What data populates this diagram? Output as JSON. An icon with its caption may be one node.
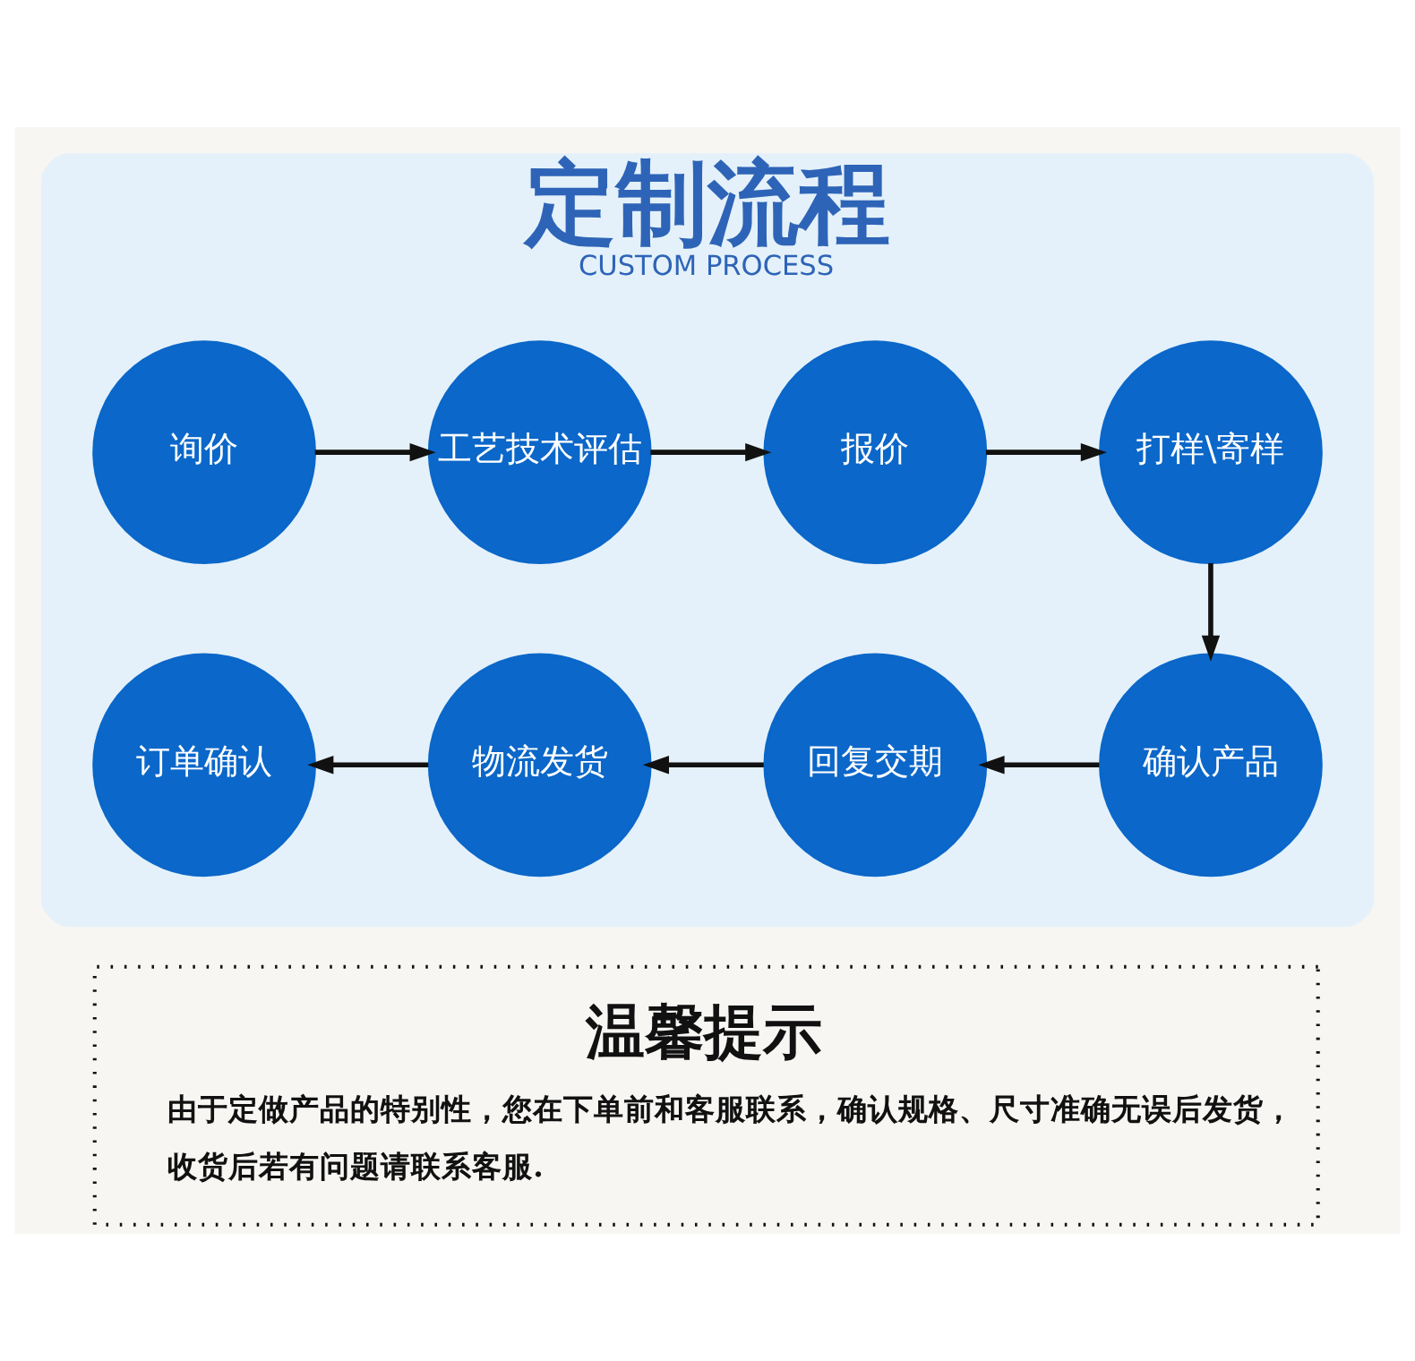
{
  "diagram": {
    "nodes": [
      {
        "text": [
          "定制流程",
          "CUSTOM PROCESS"
        ]
      },
      {
        "text": [
          "询价"
        ],
        "in": 0
      },
      {
        "text": [
          "工艺技术评估"
        ],
        "in": 0
      },
      {
        "text": [
          "报价"
        ],
        "in": 0
      },
      {
        "text": [
          "打样\\寄样"
        ],
        "in": 0
      },
      {
        "text": [
          "订单确认"
        ],
        "in": 0
      },
      {
        "text": [
          "物流发货"
        ],
        "in": 0
      },
      {
        "text": [
          "回复交期"
        ],
        "in": 0
      },
      {
        "text": [
          "确认产品"
        ],
        "in": 0
      },
      {
        "text": [
          "温馨提示",
          "由于定做产品的特别性，您在下单前和客服联系，确认规格、尺寸准确无误后发货，收货后若有问题请联系客服."
        ]
      }
    ],
    "edges": [
      {
        "from": 1,
        "to": 2,
        "arrow": "to"
      },
      {
        "from": 2,
        "to": 3,
        "arrow": "to"
      },
      {
        "from": 3,
        "to": 4,
        "arrow": "to"
      },
      {
        "from": 4,
        "to": 8,
        "arrow": "to"
      },
      {
        "from": 8,
        "to": 7,
        "arrow": "to"
      },
      {
        "from": 7,
        "to": 6,
        "arrow": "to"
      },
      {
        "from": 6,
        "to": 5,
        "arrow": "to"
      }
    ]
  }
}
